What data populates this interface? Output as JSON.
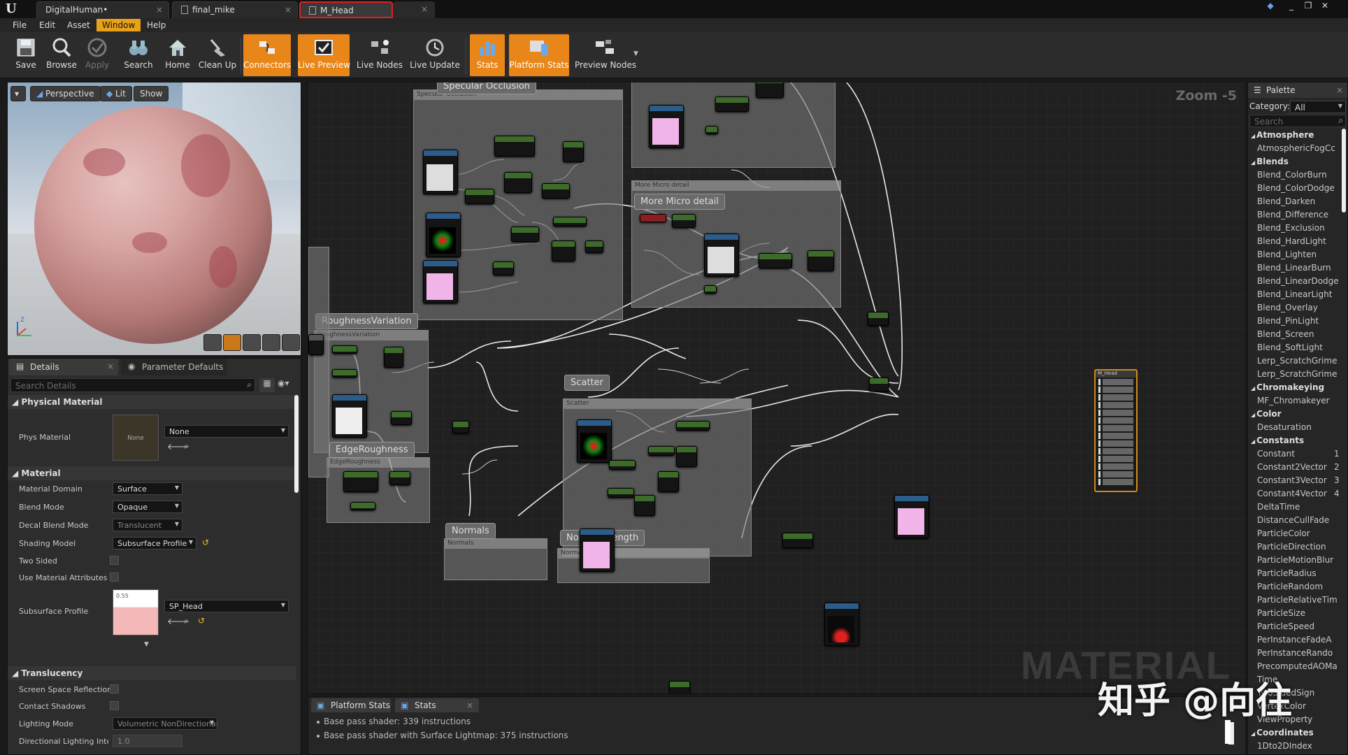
{
  "tabs": [
    {
      "label": "DigitalHuman•"
    },
    {
      "label": "final_mike"
    },
    {
      "label": "M_Head"
    }
  ],
  "menu": [
    "File",
    "Edit",
    "Asset",
    "Window",
    "Help"
  ],
  "toolbar": [
    "Save",
    "Browse",
    "Apply",
    "Search",
    "Home",
    "Clean Up",
    "Connectors",
    "Live Preview",
    "Live Nodes",
    "Live Update",
    "Stats",
    "Platform Stats",
    "Preview Nodes"
  ],
  "viewport": {
    "perspective": "Perspective",
    "lit": "Lit",
    "show": "Show"
  },
  "details": {
    "tab1": "Details",
    "tab2": "Parameter Defaults",
    "search_placeholder": "Search Details",
    "physical_material": {
      "header": "Physical Material",
      "label": "Phys Material",
      "thumb": "None",
      "value": "None"
    },
    "material": {
      "header": "Material",
      "domain_label": "Material Domain",
      "domain": "Surface",
      "blend_label": "Blend Mode",
      "blend": "Opaque",
      "decal_label": "Decal Blend Mode",
      "decal": "Translucent",
      "shading_label": "Shading Model",
      "shading": "Subsurface Profile",
      "twosided_label": "Two Sided",
      "attrs_label": "Use Material Attributes",
      "subsurface_label": "Subsurface Profile",
      "subsurface_thumb": "0.55",
      "subsurface": "SP_Head"
    },
    "translucency": {
      "header": "Translucency",
      "ssr": "Screen Space Reflections",
      "contact": "Contact Shadows",
      "lighting_label": "Lighting Mode",
      "lighting": "Volumetric NonDirectional",
      "dir_label": "Directional Lighting Inten",
      "dir_value": "1.0"
    }
  },
  "graph": {
    "zoom": "Zoom -5",
    "watermark": "MATERIAL",
    "comments": {
      "spec": "Specular Occlusion",
      "micro": "More Micro detail",
      "rough": "RoughnessVariation",
      "edge": "EdgeRoughness",
      "scatter": "Scatter",
      "normals": "Normals",
      "nstrength": "NormalStrength"
    },
    "main_node_title": "M_Head"
  },
  "stats": {
    "tab1": "Platform Stats",
    "tab2": "Stats",
    "line1": "Base pass shader: 339 instructions",
    "line2": "Base pass shader with Surface Lightmap: 375 instructions"
  },
  "palette": {
    "title": "Palette",
    "category_label": "Category:",
    "category": "All",
    "search_placeholder": "Search",
    "atmosphere": "Atmosphere",
    "atmosphere_items": [
      "AtmosphericFogCc"
    ],
    "blends": "Blends",
    "blend_items": [
      "Blend_ColorBurn",
      "Blend_ColorDodge",
      "Blend_Darken",
      "Blend_Difference",
      "Blend_Exclusion",
      "Blend_HardLight",
      "Blend_Lighten",
      "Blend_LinearBurn",
      "Blend_LinearDodge",
      "Blend_LinearLight",
      "Blend_Overlay",
      "Blend_PinLight",
      "Blend_Screen",
      "Blend_SoftLight",
      "Lerp_ScratchGrime",
      "Lerp_ScratchGrime"
    ],
    "chroma": "Chromakeying",
    "chroma_items": [
      "MF_Chromakeyer"
    ],
    "color": "Color",
    "color_items": [
      "Desaturation"
    ],
    "constants": "Constants",
    "constant_items": [
      "Constant",
      "Constant2Vector",
      "Constant3Vector",
      "Constant4Vector",
      "DeltaTime",
      "DistanceCullFade",
      "ParticleColor",
      "ParticleDirection",
      "ParticleMotionBlur",
      "ParticleRadius",
      "ParticleRandom",
      "ParticleRelativeTim",
      "ParticleSize",
      "ParticleSpeed",
      "PerInstanceFadeA",
      "PerInstanceRando",
      "PrecomputedAOMa",
      "Time",
      "TwoSidedSign",
      "VertexColor",
      "ViewProperty"
    ],
    "constant_keys": [
      "1",
      "2",
      "3",
      "4"
    ],
    "coords": "Coordinates",
    "coord_items": [
      "1Dto2DIndex"
    ]
  },
  "overlay": "知乎 @向往"
}
